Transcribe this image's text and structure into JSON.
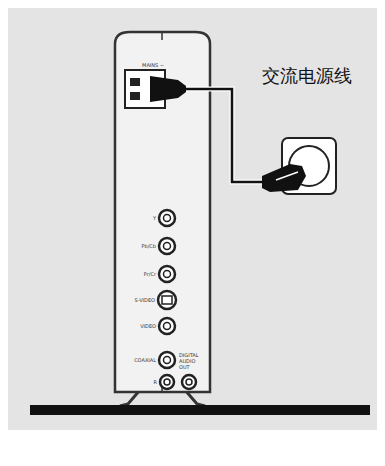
{
  "diagram": {
    "labels": [
      "交流电源线",
      "MAINS ~",
      "Y",
      "Pb/Cb",
      "Pr/Cr",
      "S-VIDEO",
      "VIDEO",
      "COAXIAL",
      "DIGITAL AUDIO OUT",
      "R"
    ]
  }
}
